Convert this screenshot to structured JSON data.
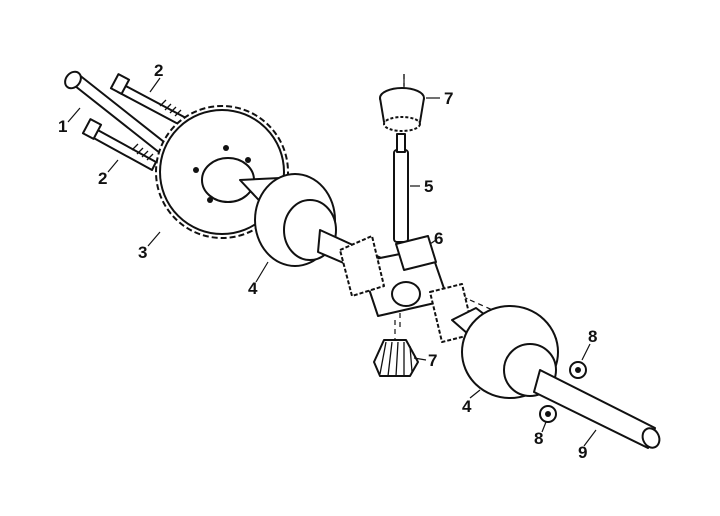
{
  "callouts": [
    {
      "id": "c1",
      "text": "1"
    },
    {
      "id": "c2a",
      "text": "2"
    },
    {
      "id": "c2b",
      "text": "2"
    },
    {
      "id": "c3",
      "text": "3"
    },
    {
      "id": "c4a",
      "text": "4"
    },
    {
      "id": "c4b",
      "text": "4"
    },
    {
      "id": "c5",
      "text": "5"
    },
    {
      "id": "c6",
      "text": "6"
    },
    {
      "id": "c7a",
      "text": "7"
    },
    {
      "id": "c7b",
      "text": "7"
    },
    {
      "id": "c8a",
      "text": "8"
    },
    {
      "id": "c8b",
      "text": "8"
    },
    {
      "id": "c9",
      "text": "9"
    }
  ]
}
